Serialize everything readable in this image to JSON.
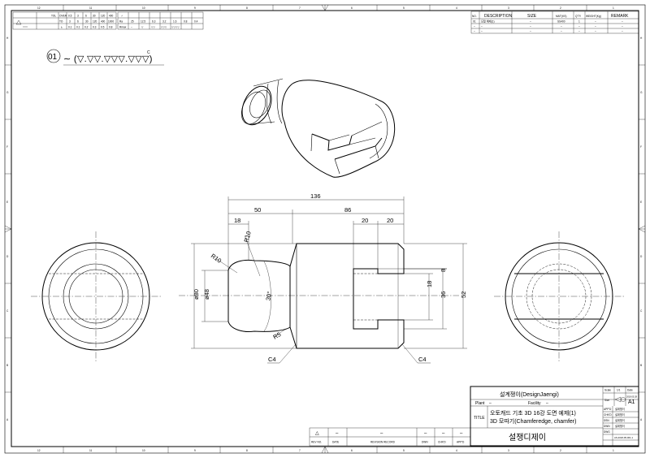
{
  "border": {
    "cols": [
      "12",
      "11",
      "10",
      "9",
      "8",
      "7",
      "6",
      "5",
      "4",
      "3",
      "2",
      "1"
    ],
    "rows": [
      "A",
      "B",
      "C",
      "D",
      "E",
      "F",
      "G",
      "H"
    ]
  },
  "header_table": {
    "row1": [
      "TOL",
      "OVER",
      "0.5",
      "3",
      "6",
      "30",
      "120",
      "400"
    ],
    "row2": [
      "",
      "TO",
      "3",
      "6",
      "30",
      "120",
      "400",
      "1000"
    ],
    "row3": [
      "",
      "±",
      "0.1",
      "0.1",
      "0.2",
      "0.3",
      "0.5",
      "0.8"
    ]
  },
  "surface_table": {
    "cols": [
      "Ra",
      "Rmax",
      "~",
      "▽",
      "▽▽",
      "▽▽▽",
      "▽▽▽▽"
    ],
    "values": [
      "25",
      "12.5",
      "6.3",
      "3.2",
      "1.6",
      "0.8",
      "0.4"
    ]
  },
  "parts_list": {
    "headers": [
      "NO.",
      "DESCRIPTION",
      "SIZE",
      "MAT'(KS)",
      "Q'TY",
      "WEIGHT(Kg)",
      "REMARK"
    ],
    "rows": [
      [
        "01",
        "모형 예제(1)",
        "–",
        "SS400",
        "1",
        "–",
        "–"
      ],
      [
        "–",
        "–",
        "–",
        "–",
        "–",
        "–",
        "–"
      ],
      [
        "–",
        "–",
        "–",
        "–",
        "–",
        "–",
        "–"
      ]
    ]
  },
  "finish_callout": {
    "item": "01",
    "symbol": "∼ (▽.▽▽.▽▽▽.▽▽▽)",
    "superscript": "C"
  },
  "dimensions": {
    "overall": "136",
    "d50": "50",
    "d86": "86",
    "d18": "18",
    "d20a": "20",
    "d20b": "20",
    "r10a": "R10",
    "r10b": "R10",
    "r5": "R5",
    "dia80": "ø80",
    "dia48": "ø48",
    "angle": "30°",
    "d8": "8",
    "d18v": "18",
    "d36": "36",
    "d52": "52",
    "c4a": "C4",
    "c4b": "C4"
  },
  "revision": {
    "headers": [
      "REV NO.",
      "DATE",
      "REVISION RECORD",
      "DWN",
      "CHK'D",
      "APP'D"
    ],
    "row": [
      "△",
      "–",
      "–",
      "–",
      "–",
      "–"
    ]
  },
  "title_block": {
    "company": "설계쟁이(DesignJaengi)",
    "scale_label": "Scale",
    "scale": "1/1",
    "date_label": "Date",
    "date": "2018.05.28",
    "plant_label": "Plant",
    "plant": "–",
    "facility_label": "Facility",
    "facility": "–",
    "size_label": "Size",
    "size": "A1",
    "title_label": "TITLE",
    "title1": "오토캐드 기초 3D 16강 도면 예제(1)",
    "title2": "3D 모따기(Chamferedge, chamfer)",
    "app_label": "APP'D",
    "app": "설계쟁이",
    "chk_label": "CHK'D",
    "chk": "설계쟁이",
    "dsn_label": "DSN",
    "dsn": "설계쟁이",
    "dwn_label": "DWN",
    "dwn": "설계쟁이",
    "dwg_label": "DWG",
    "dwg": "AS-2018-05-001-1",
    "logo_text": "설쟁디제이"
  }
}
